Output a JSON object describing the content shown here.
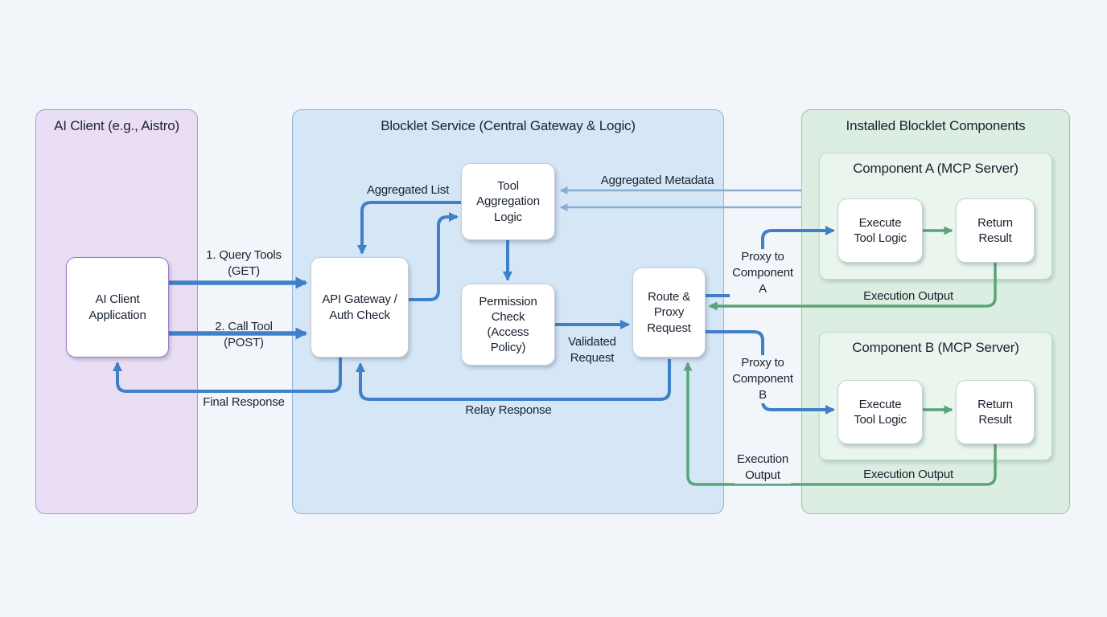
{
  "colors": {
    "background": "#f2f6fa",
    "text": "#1a2330",
    "client_fill": "#eadef5",
    "client_border": "#b495d6",
    "service_fill": "#d5e6f6",
    "service_border": "#8cb6da",
    "components_fill": "#dcede2",
    "components_border": "#96c5a8",
    "subcomponent_fill": "#eaf5ee",
    "subcomponent_border": "#bddcca",
    "node_fill": "#ffffff",
    "node_border": "#c7cdd7",
    "client_node_border": "#9c77c4",
    "component_node_border": "#c6d4ca",
    "arrow_blue": "#3f80c8",
    "arrow_light_blue": "#8aaed2",
    "arrow_green": "#58a578"
  },
  "containers": {
    "client": {
      "title": "AI Client (e.g., Aistro)"
    },
    "service": {
      "title": "Blocklet Service (Central Gateway & Logic)"
    },
    "components": {
      "title": "Installed Blocklet Components"
    },
    "component_a": {
      "title": "Component A (MCP Server)"
    },
    "component_b": {
      "title": "Component B (MCP Server)"
    }
  },
  "nodes": {
    "ai_client_app": "AI Client\nApplication",
    "api_gateway": "API Gateway /\nAuth Check",
    "tool_aggregation": "Tool\nAggregation\nLogic",
    "permission_check": "Permission\nCheck\n(Access\nPolicy)",
    "route_proxy": "Route &\nProxy\nRequest",
    "execute_tool_a": "Execute\nTool Logic",
    "return_result_a": "Return\nResult",
    "execute_tool_b": "Execute\nTool Logic",
    "return_result_b": "Return\nResult"
  },
  "edge_labels": {
    "query_tools": "1. Query Tools\n(GET)",
    "call_tool": "2. Call Tool\n(POST)",
    "final_response": "Final Response",
    "aggregated_list": "Aggregated List",
    "aggregated_metadata": "Aggregated Metadata",
    "validated_request": "Validated\nRequest",
    "relay_response": "Relay Response",
    "proxy_to_a": "Proxy to\nComponent\nA",
    "proxy_to_b": "Proxy to\nComponent\nB",
    "execution_output_mid": "Execution\nOutput",
    "execution_output_a": "Execution Output",
    "execution_output_b": "Execution Output"
  }
}
